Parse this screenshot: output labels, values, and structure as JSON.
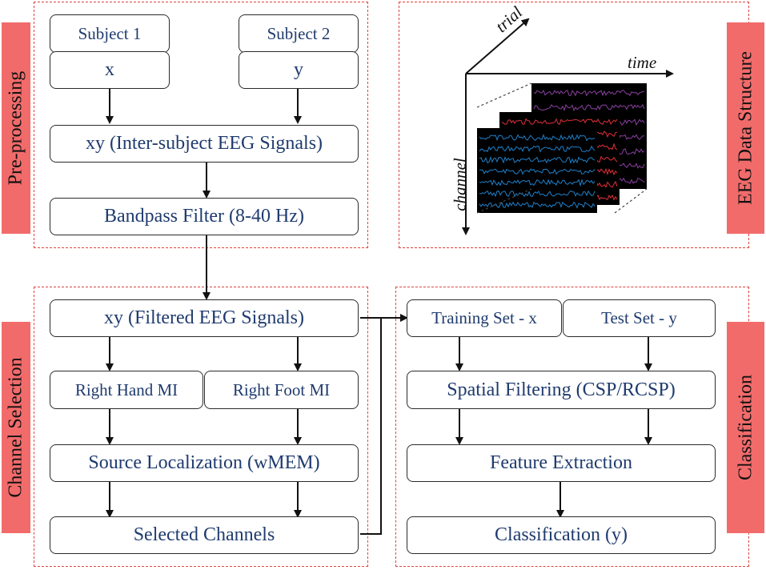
{
  "panels": {
    "preprocessing": {
      "label": "Pre-processing"
    },
    "eeg_structure": {
      "label": "EEG Data Structure"
    },
    "channel_selection": {
      "label": "Channel Selection"
    },
    "classification": {
      "label": "Classification"
    }
  },
  "boxes": {
    "subject1": "Subject 1",
    "subject2": "Subject 2",
    "x": "x",
    "y": "y",
    "inter_subject": "xy (Inter-subject EEG Signals)",
    "bandpass": "Bandpass Filter (8-40 Hz)",
    "filtered": "xy (Filtered EEG Signals)",
    "right_hand": "Right Hand MI",
    "right_foot": "Right Foot MI",
    "source_loc": "Source Localization (wMEM)",
    "selected": "Selected Channels",
    "training": "Training Set - x",
    "test": "Test Set - y",
    "spatial": "Spatial Filtering (CSP/RCSP)",
    "feature": "Feature Extraction",
    "classification_y": "Classification (y)"
  },
  "eeg_axes": {
    "trial": "trial",
    "time": "time",
    "channel": "channel"
  },
  "colors": {
    "panel_border": "#e0443e",
    "side_bar": "#f26b6b",
    "box_text": "#1f3b6e",
    "signal_blue": "#1f7fc8",
    "signal_red": "#e0303a",
    "signal_purple": "#8a3fa0"
  }
}
